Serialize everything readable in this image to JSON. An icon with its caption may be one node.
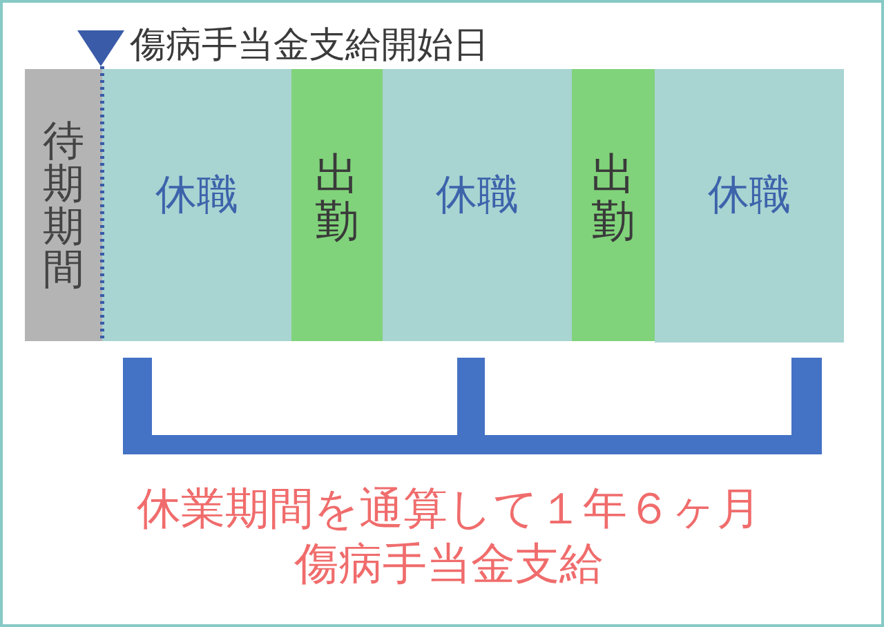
{
  "diagram": {
    "nodes": [
      {
        "text": [
          "待期期間"
        ]
      },
      {
        "text": [
          "休職"
        ]
      },
      {
        "text": [
          "出勤"
        ]
      },
      {
        "text": [
          "休職"
        ]
      },
      {
        "text": [
          "出勤"
        ]
      },
      {
        "text": [
          "休職"
        ]
      },
      {
        "text": [],
        "shape": "bracket",
        "beside": [
          "休業期間を通算して１年６ヶ月傷病手当金支給"
        ]
      }
    ],
    "labels": [
      "傷病手当金支給開始日"
    ]
  }
}
